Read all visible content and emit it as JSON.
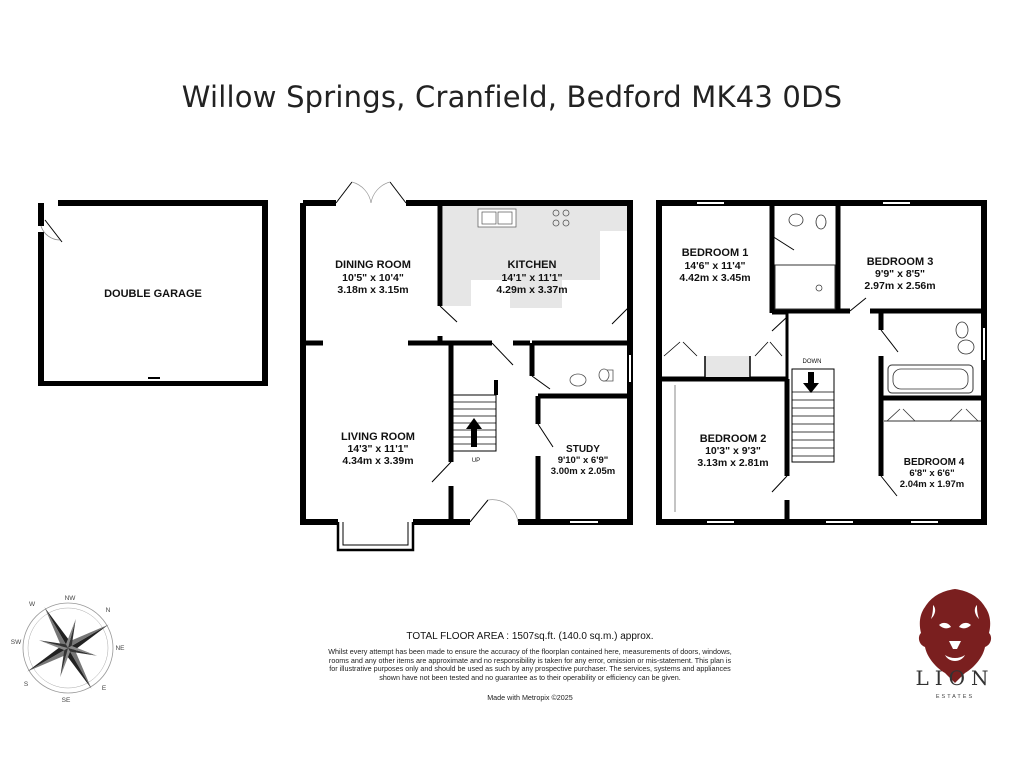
{
  "title": "Willow Springs, Cranfield, Bedford MK43 0DS",
  "rooms": {
    "garage": {
      "name": "DOUBLE GARAGE"
    },
    "dining": {
      "name": "DINING ROOM",
      "imperial": "10'5\"  x 10'4\"",
      "metric": "3.18m  x 3.15m"
    },
    "kitchen": {
      "name": "KITCHEN",
      "imperial": "14'1\"  x 11'1\"",
      "metric": "4.29m  x 3.37m"
    },
    "living": {
      "name": "LIVING ROOM",
      "imperial": "14'3\"  x 11'1\"",
      "metric": "4.34m  x 3.39m"
    },
    "study": {
      "name": "STUDY",
      "imperial": "9'10\"  x 6'9\"",
      "metric": "3.00m  x 2.05m"
    },
    "bed1": {
      "name": "BEDROOM 1",
      "imperial": "14'6\"  x 11'4\"",
      "metric": "4.42m  x 3.45m"
    },
    "bed2": {
      "name": "BEDROOM 2",
      "imperial": "10'3\"  x 9'3\"",
      "metric": "3.13m  x 2.81m"
    },
    "bed3": {
      "name": "BEDROOM 3",
      "imperial": "9'9\"  x 8'5\"",
      "metric": "2.97m  x 2.56m"
    },
    "bed4": {
      "name": "BEDROOM 4",
      "imperial": "6'8\"  x 6'6\"",
      "metric": "2.04m  x 1.97m"
    }
  },
  "stairs": {
    "up": "UP",
    "down": "DOWN"
  },
  "compass": {
    "n": "N",
    "ne": "NE",
    "e": "E",
    "se": "SE",
    "s": "S",
    "sw": "SW",
    "w": "W",
    "nw": "NW"
  },
  "footer": {
    "area": "TOTAL FLOOR AREA : 1507sq.ft. (140.0 sq.m.) approx.",
    "disclaimer": "Whilst every attempt has been made to ensure the accuracy of the floorplan contained here, measurements of doors, windows, rooms and any other items are approximate and no responsibility is taken for any error, omission or mis-statement. This plan is for illustrative purposes only and should be used as such by any prospective purchaser. The services, systems and appliances shown have not been tested and no guarantee as to their operability or efficiency can be given.",
    "made": "Made with Metropix ©2025"
  },
  "brand": {
    "name": "LION",
    "sub": "ESTATES",
    "color": "#7a1f1f"
  },
  "colors": {
    "wall": "#000000",
    "fitting": "#e6e6e6"
  }
}
